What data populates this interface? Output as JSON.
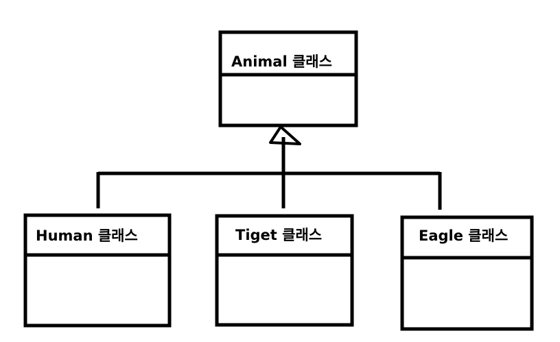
{
  "diagram": {
    "parent": {
      "label": "Animal 클래스"
    },
    "children": [
      {
        "label": "Human 클래스"
      },
      {
        "label": "Tiget 클래스"
      },
      {
        "label": "Eagle 클래스"
      }
    ],
    "colors": {
      "stroke": "#000000",
      "background": "#ffffff"
    }
  }
}
